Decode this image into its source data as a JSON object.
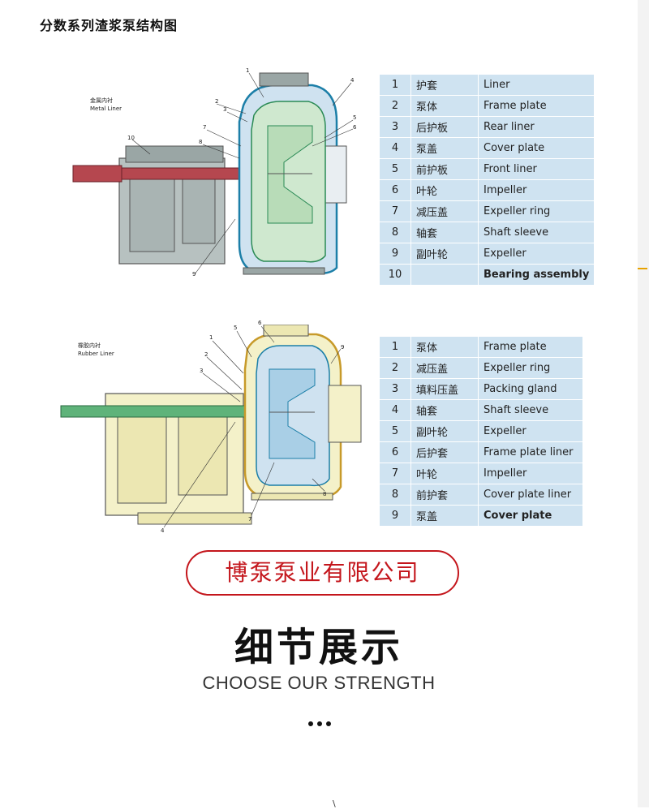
{
  "page": {
    "title": "分数系列渣浆泵结构图"
  },
  "diagram1": {
    "liner_label_zh": "金属内衬",
    "liner_label_en": "Metal Liner",
    "callouts": [
      "1",
      "2",
      "3",
      "4",
      "5",
      "6",
      "7",
      "8",
      "9",
      "10"
    ]
  },
  "table1": [
    {
      "num": "1",
      "zh": "护套",
      "en": "Liner"
    },
    {
      "num": "2",
      "zh": "泵体",
      "en": "Frame plate"
    },
    {
      "num": "3",
      "zh": "后护板",
      "en": "Rear liner"
    },
    {
      "num": "4",
      "zh": "泵盖",
      "en": "Cover plate"
    },
    {
      "num": "5",
      "zh": "前护板",
      "en": "Front liner"
    },
    {
      "num": "6",
      "zh": "叶轮",
      "en": "Impeller"
    },
    {
      "num": "7",
      "zh": "减压盖",
      "en": "Expeller ring"
    },
    {
      "num": "8",
      "zh": "轴套",
      "en": "Shaft  sleeve"
    },
    {
      "num": "9",
      "zh": "副叶轮",
      "en": "Expeller"
    },
    {
      "num": "10",
      "zh": "",
      "en": "Bearing assembly"
    }
  ],
  "diagram2": {
    "liner_label_zh": "橡胶内衬",
    "liner_label_en": "Rubber Liner",
    "callouts": [
      "1",
      "2",
      "3",
      "4",
      "5",
      "6",
      "7",
      "8",
      "9"
    ]
  },
  "table2": [
    {
      "num": "1",
      "zh": "泵体",
      "en": "Frame plate"
    },
    {
      "num": "2",
      "zh": "减压盖",
      "en": "Expeller ring"
    },
    {
      "num": "3",
      "zh": "填料压盖",
      "en": "Packing gland"
    },
    {
      "num": "4",
      "zh": "轴套",
      "en": "Shaft sleeve"
    },
    {
      "num": "5",
      "zh": "副叶轮",
      "en": "Expeller"
    },
    {
      "num": "6",
      "zh": "后护套",
      "en": "Frame plate liner"
    },
    {
      "num": "7",
      "zh": "叶轮",
      "en": "Impeller"
    },
    {
      "num": "8",
      "zh": "前护套",
      "en": "Cover plate liner"
    },
    {
      "num": "9",
      "zh": "泵盖",
      "en": "Cover plate"
    }
  ],
  "company": {
    "name": "博泵泵业有限公司",
    "color": "#c4161c"
  },
  "section": {
    "title": "细节展示",
    "subtitle": "CHOOSE OUR STRENGTH"
  },
  "colors": {
    "table_bg": "#cfe3f1",
    "pump_body_1": "#cfe2f0",
    "pump_green": "#cfe8cf",
    "bearing_gray": "#b7c1c0",
    "shaft_red": "#b5474f",
    "frame_yellow": "#f4f1c9",
    "shaft_green": "#5fb37a"
  }
}
